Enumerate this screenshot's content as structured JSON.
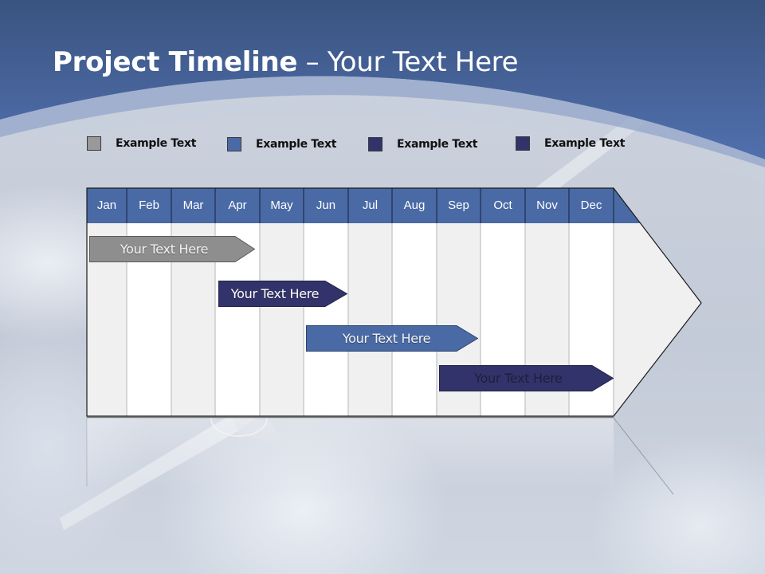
{
  "slide": {
    "title_bold": "Project Timeline",
    "title_rest": " – Your Text Here"
  },
  "legend": [
    {
      "label": "Example Text",
      "color": "#999999"
    },
    {
      "label": "Example Text",
      "color": "#4a6aa5"
    },
    {
      "label": "Example Text",
      "color": "#33336b"
    },
    {
      "label": "Example Text",
      "color": "#33336b"
    }
  ],
  "timeline": {
    "header_color": "#4a6aa5",
    "months": [
      "Jan",
      "Feb",
      "Mar",
      "Apr",
      "May",
      "Jun",
      "Jul",
      "Aug",
      "Sep",
      "Oct",
      "Nov",
      "Dec"
    ],
    "bars": [
      {
        "label": "Your  Text Here",
        "color": "#8e8e8e",
        "text_color": "#f2f2f2",
        "start_month": "Jan",
        "end_month": "Apr"
      },
      {
        "label": "Your  Text Here",
        "color": "#33336b",
        "text_color": "#ffffff",
        "start_month": "Apr",
        "end_month": "Jun"
      },
      {
        "label": "Your  Text Here",
        "color": "#4a6aa5",
        "text_color": "#f2f2f2",
        "start_month": "Jun",
        "end_month": "Sep"
      },
      {
        "label": "Your  Text Here",
        "color": "#33336b",
        "text_color": "#1e1e3c",
        "start_month": "Sep",
        "end_month": "Dec"
      }
    ]
  },
  "colors": {
    "header_top": "#3a5380",
    "header_bottom": "#4d6ca8",
    "navy": "#33336b",
    "steel_blue": "#4a6aa5",
    "gray": "#8e8e8e",
    "column_light": "#f0f0f0",
    "column_white": "#ffffff"
  }
}
